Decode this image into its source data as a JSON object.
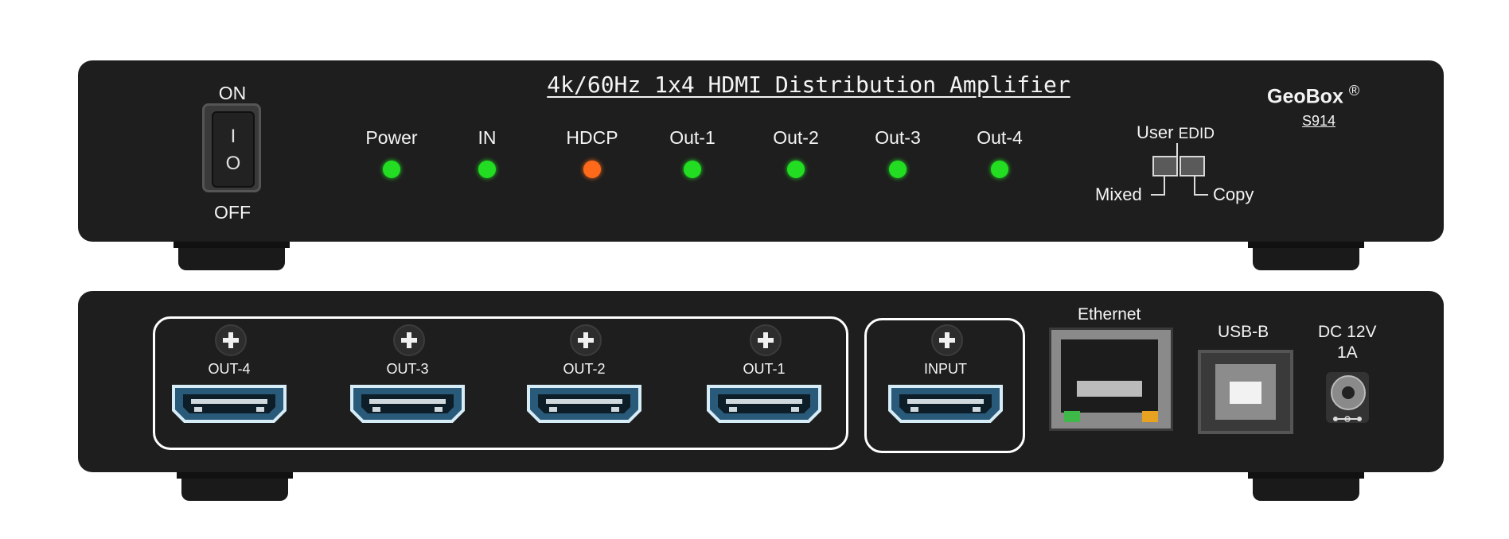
{
  "front": {
    "title": "4k/60Hz 1x4 HDMI Distribution Amplifier",
    "brand": "GeoBox",
    "brand_mark": "®",
    "model": "S914",
    "switch": {
      "on_label": "ON",
      "off_label": "OFF",
      "on_symbol": "I",
      "off_symbol": "O"
    },
    "leds": [
      {
        "label": "Power",
        "color": "#22dd22"
      },
      {
        "label": "IN",
        "color": "#22dd22"
      },
      {
        "label": "HDCP",
        "color": "#ff6a1a"
      },
      {
        "label": "Out-1",
        "color": "#22dd22"
      },
      {
        "label": "Out-2",
        "color": "#22dd22"
      },
      {
        "label": "Out-3",
        "color": "#22dd22"
      },
      {
        "label": "Out-4",
        "color": "#22dd22"
      }
    ],
    "edid": {
      "user": "User",
      "edid": "EDID",
      "mixed": "Mixed",
      "copy": "Copy"
    }
  },
  "rear": {
    "outputs": [
      "OUT-4",
      "OUT-3",
      "OUT-2",
      "OUT-1"
    ],
    "input": "INPUT",
    "ethernet": "Ethernet",
    "usb": "USB-B",
    "dc_line1": "DC 12V",
    "dc_line2": "1A"
  }
}
